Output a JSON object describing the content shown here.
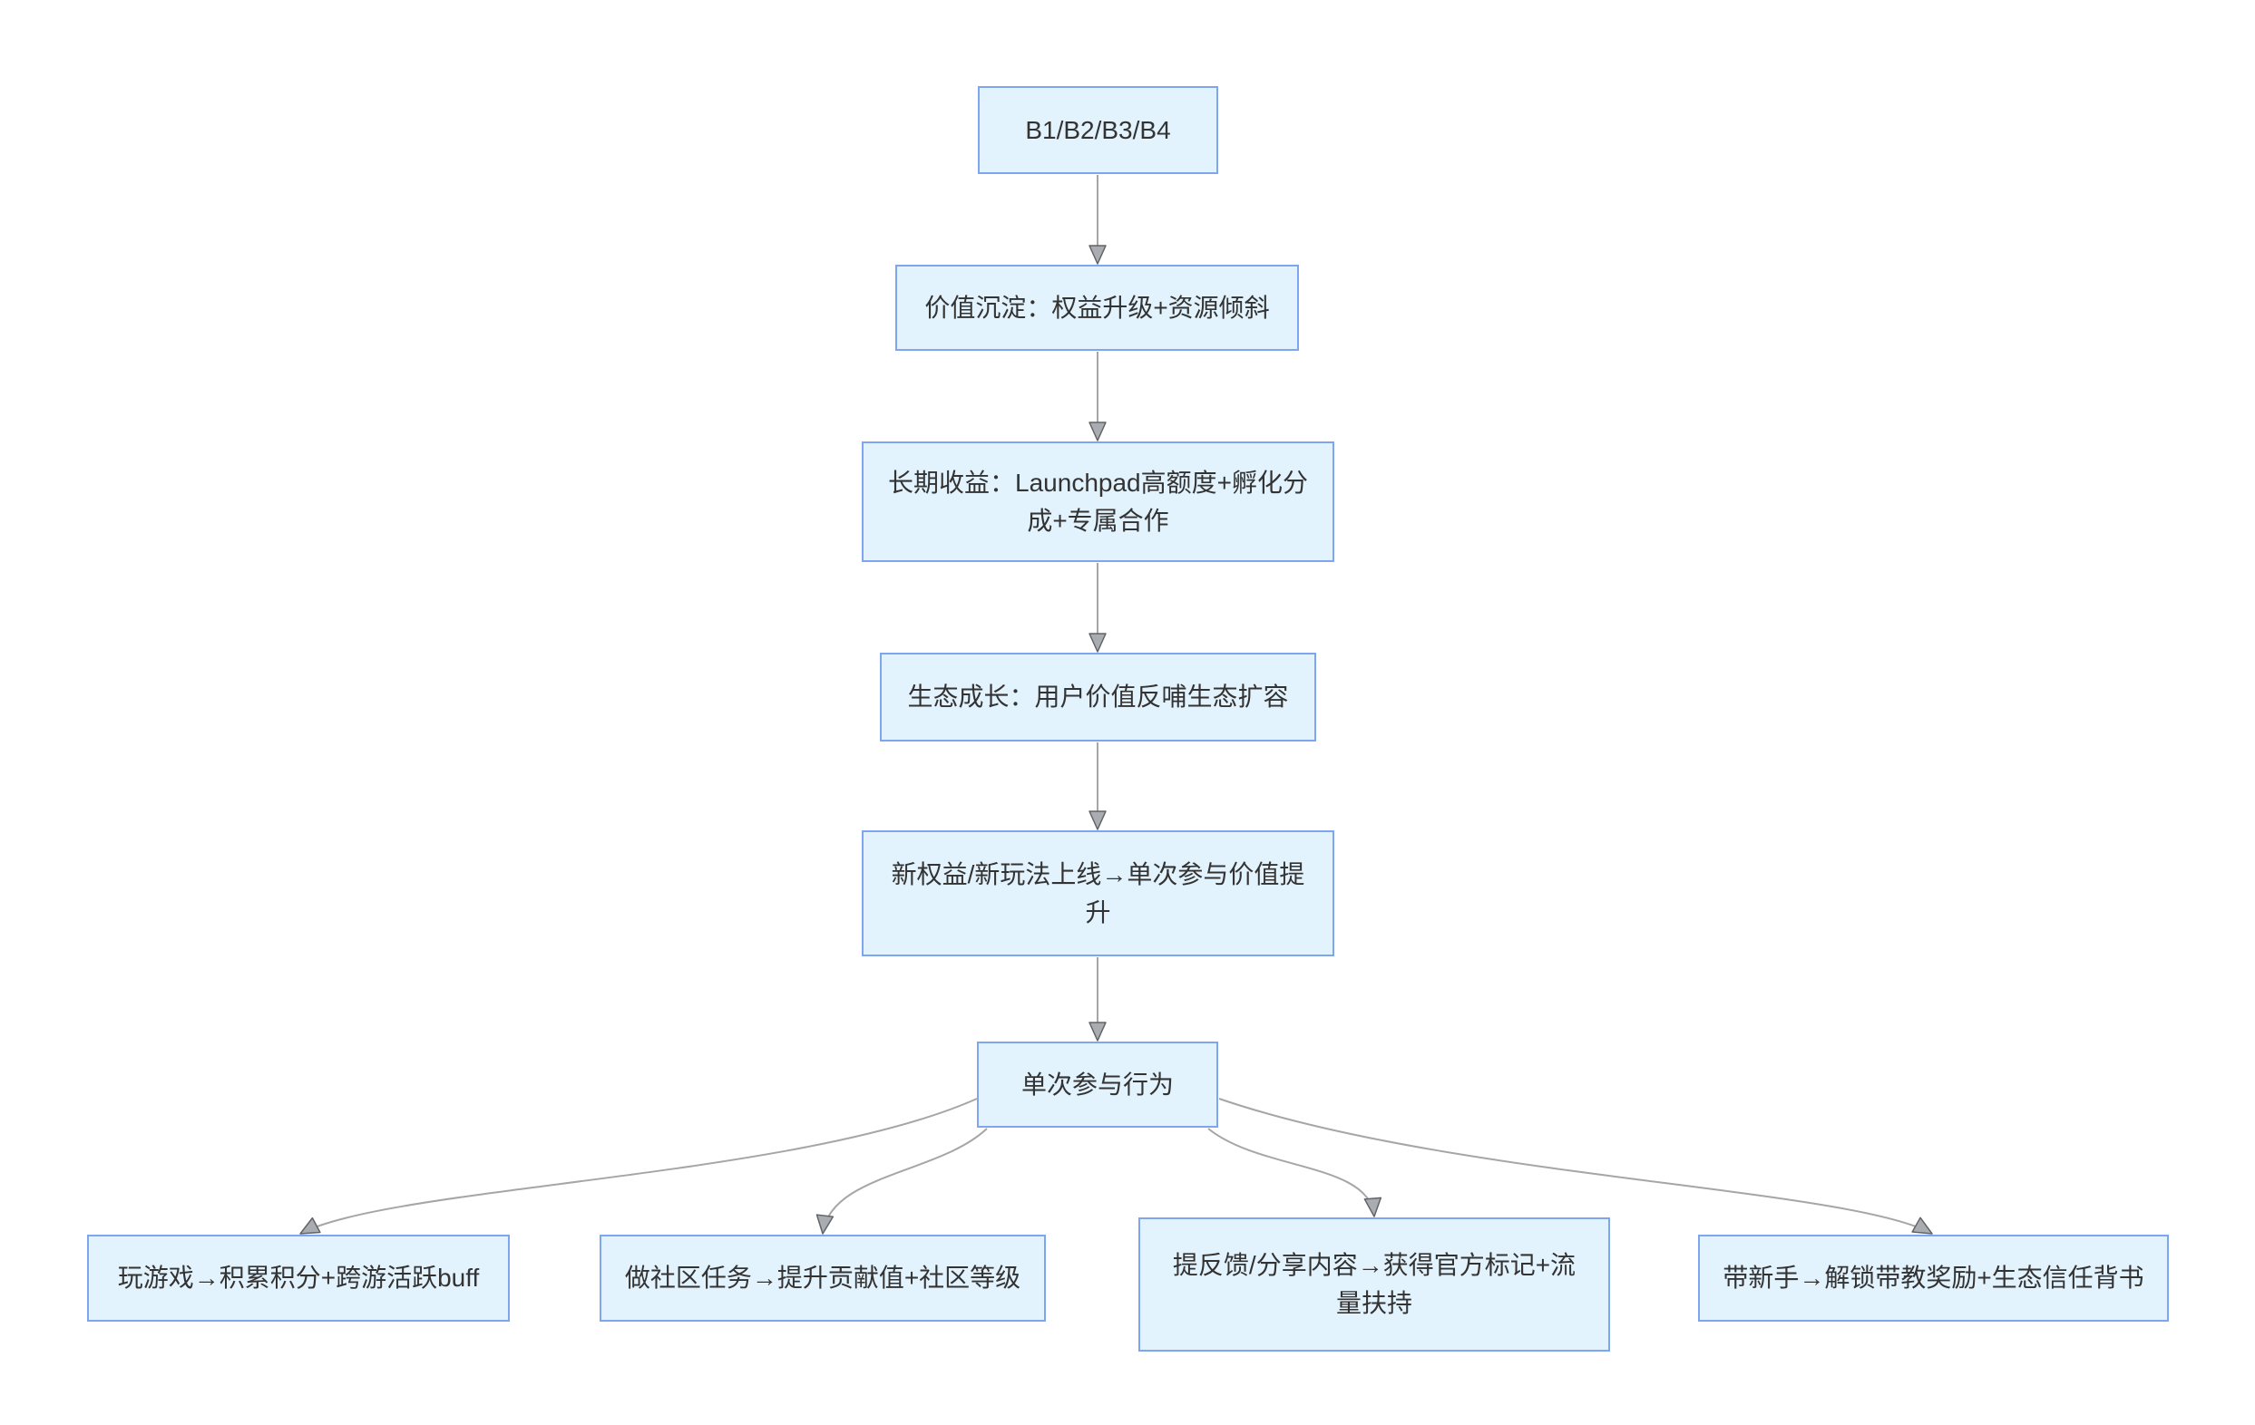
{
  "diagram": {
    "type": "flowchart",
    "direction": "top-down with fan-out to four leaves",
    "colors": {
      "background": "#ffffff",
      "node_fill": "#e3f3fd",
      "node_border": "#7ea6f0",
      "edge_line": "#a6a6a6",
      "arrowhead_fill": "#a9adb2",
      "arrowhead_stroke": "#606468",
      "text": "#333333"
    },
    "nodes": {
      "tiers": {
        "label": "B1/B2/B3/B4"
      },
      "value_settle": {
        "label": "价值沉淀：权益升级+资源倾斜"
      },
      "long_term": {
        "label": "长期收益：Launchpad高额度+孵化分成+专属合作"
      },
      "eco_growth": {
        "label": "生态成长：用户价值反哺生态扩容"
      },
      "new_benefit": {
        "label": "新权益/新玩法上线→单次参与价值提升"
      },
      "single_action": {
        "label": "单次参与行为"
      },
      "play_game": {
        "label": "玩游戏→积累积分+跨游活跃buff"
      },
      "community_task": {
        "label": "做社区任务→提升贡献值+社区等级"
      },
      "feedback_share": {
        "label": "提反馈/分享内容→获得官方标记+流量扶持"
      },
      "mentor_newbie": {
        "label": "带新手→解锁带教奖励+生态信任背书"
      }
    },
    "edges": [
      {
        "from": "tiers",
        "to": "value_settle"
      },
      {
        "from": "value_settle",
        "to": "long_term"
      },
      {
        "from": "long_term",
        "to": "eco_growth"
      },
      {
        "from": "eco_growth",
        "to": "new_benefit"
      },
      {
        "from": "new_benefit",
        "to": "single_action"
      },
      {
        "from": "single_action",
        "to": "play_game"
      },
      {
        "from": "single_action",
        "to": "community_task"
      },
      {
        "from": "single_action",
        "to": "feedback_share"
      },
      {
        "from": "single_action",
        "to": "mentor_newbie"
      }
    ]
  }
}
